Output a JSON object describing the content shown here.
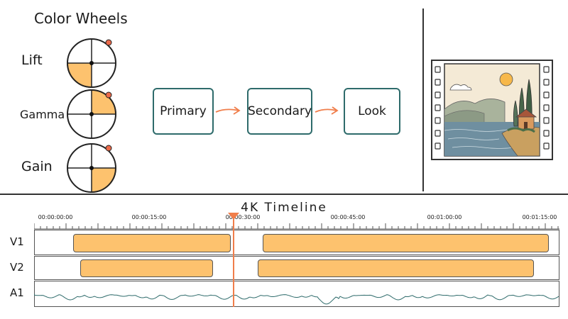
{
  "color_wheels": {
    "title": "Color Wheels",
    "wheels": [
      {
        "label": "Lift",
        "quadrant": "bottom-left"
      },
      {
        "label": "Gamma",
        "quadrant": "top-right"
      },
      {
        "label": "Gain",
        "quadrant": "bottom-right"
      }
    ],
    "accent_color": "#fdc26e",
    "handle_color": "#ec6a4a"
  },
  "pipeline": {
    "nodes": [
      "Primary",
      "Secondary",
      "Look"
    ],
    "arrow_color": "#f07e4b",
    "border_color": "#2e6b6b"
  },
  "viewer": {
    "icon": "film-strip-landscape-icon"
  },
  "timeline": {
    "title": "4K Timeline",
    "timecodes": [
      "00:00:00:00",
      "00:00:15:00",
      "00:00:30:00",
      "00:00:45:00",
      "00:01:00:00",
      "00:01:15:00"
    ],
    "tracks": [
      {
        "label": "V1"
      },
      {
        "label": "V2"
      },
      {
        "label": "A1"
      }
    ],
    "playhead_color": "#f07e4b",
    "clip_color": "#fdc26e",
    "waveform_color": "#2e6b6b"
  }
}
